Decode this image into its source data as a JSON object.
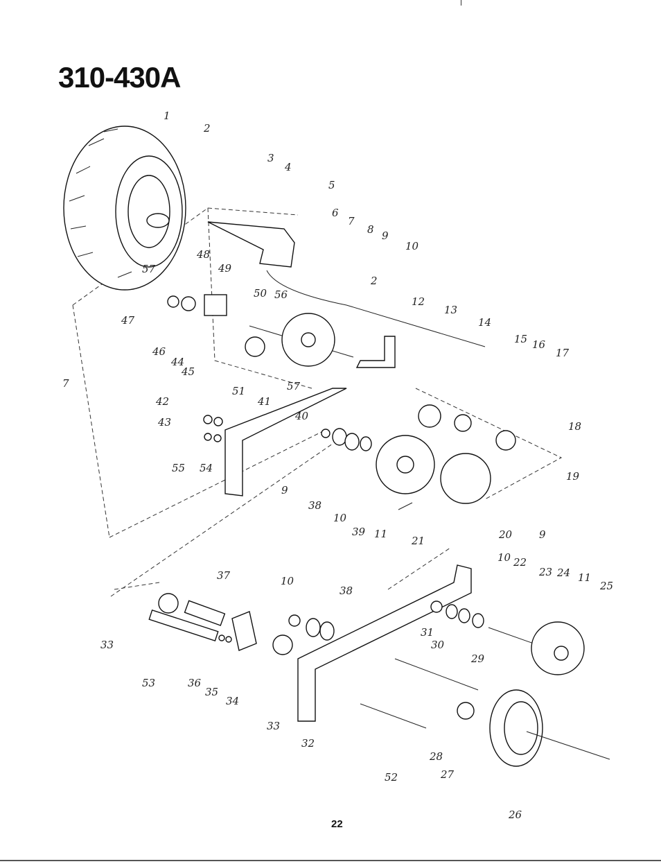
{
  "header": {
    "model": "310-430A"
  },
  "footer": {
    "page_number": "22"
  },
  "callouts": [
    "1",
    "2",
    "3",
    "4",
    "5",
    "6",
    "7",
    "8",
    "9",
    "10",
    "2",
    "12",
    "13",
    "14",
    "15",
    "16",
    "17",
    "48",
    "49",
    "50",
    "56",
    "47",
    "46",
    "44",
    "45",
    "51",
    "57",
    "41",
    "40",
    "7",
    "57",
    "42",
    "43",
    "55",
    "54",
    "9",
    "38",
    "10",
    "39",
    "11",
    "21",
    "18",
    "19",
    "20",
    "37",
    "10",
    "38",
    "9",
    "10",
    "22",
    "23",
    "24",
    "11",
    "25",
    "33",
    "53",
    "36",
    "35",
    "34",
    "33",
    "32",
    "31",
    "30",
    "29",
    "52",
    "28",
    "27",
    "26"
  ]
}
